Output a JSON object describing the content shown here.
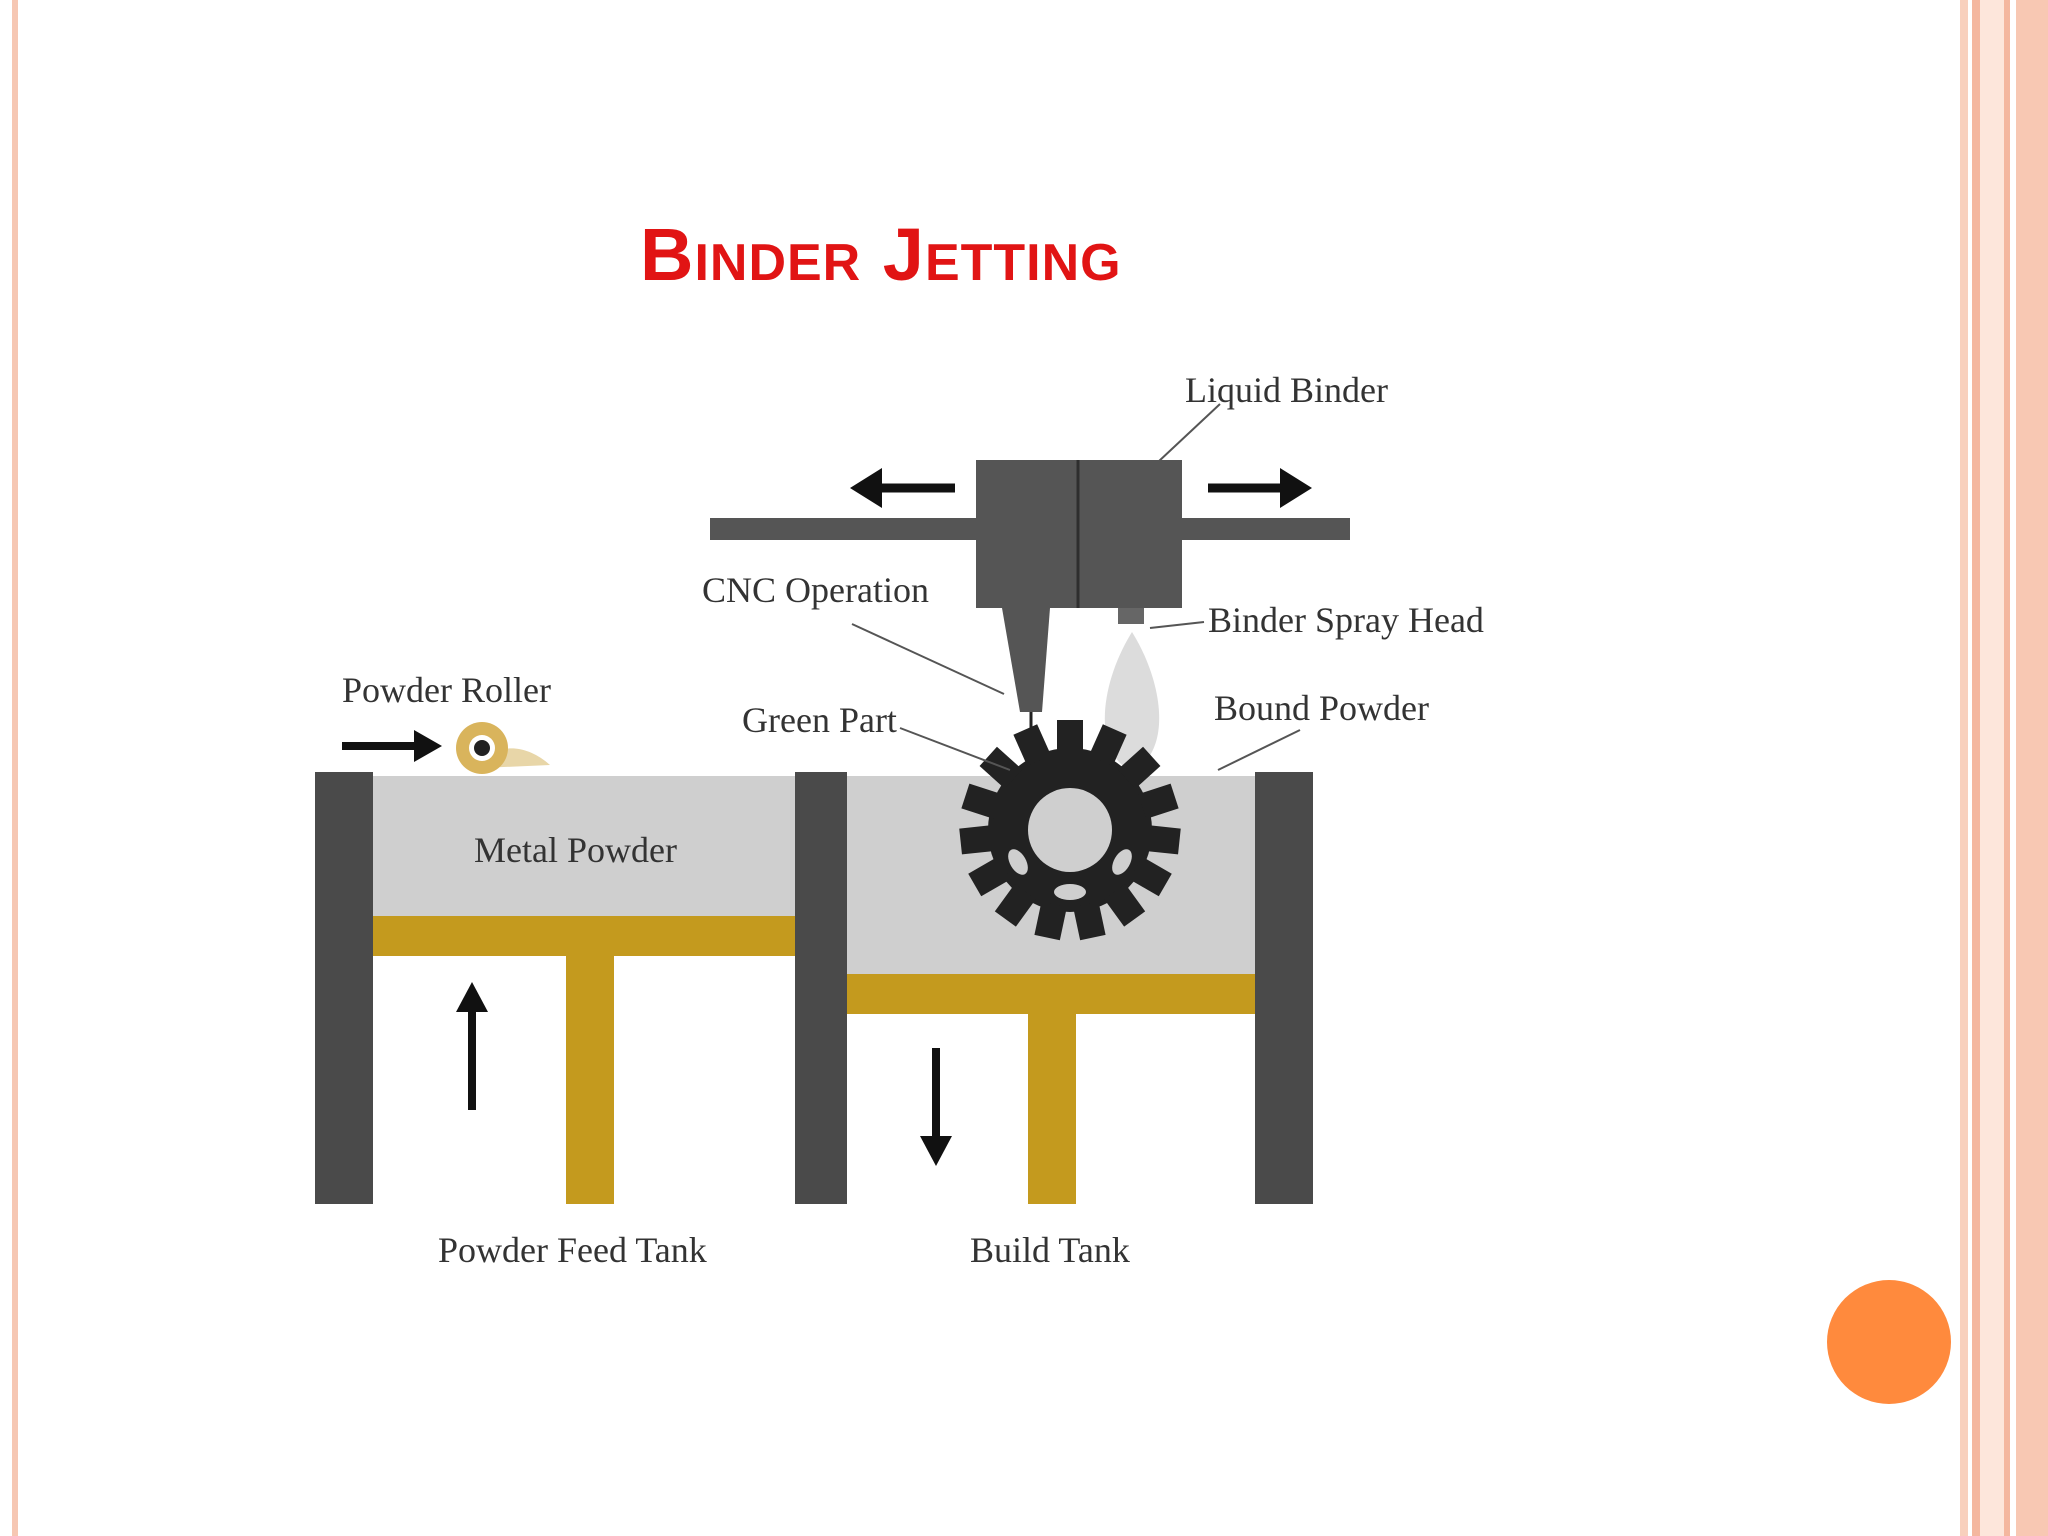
{
  "slide": {
    "title": "Binder Jetting"
  },
  "diagram": {
    "labels": {
      "liquid_binder": "Liquid Binder",
      "cnc_operation": "CNC Operation",
      "binder_spray_head": "Binder Spray Head",
      "powder_roller": "Powder Roller",
      "green_part": "Green Part",
      "bound_powder": "Bound Powder",
      "metal_powder": "Metal Powder",
      "powder_feed_tank": "Powder Feed Tank",
      "build_tank": "Build Tank"
    },
    "colors": {
      "wall": "#4a4a4a",
      "powder": "#cfcfcf",
      "piston": "#c49a1e",
      "part": "#222222",
      "head": "#555555"
    }
  },
  "decor": {
    "accent": "#ff8a3d",
    "frame": "#f6c7b3",
    "title_color": "#e11414"
  }
}
